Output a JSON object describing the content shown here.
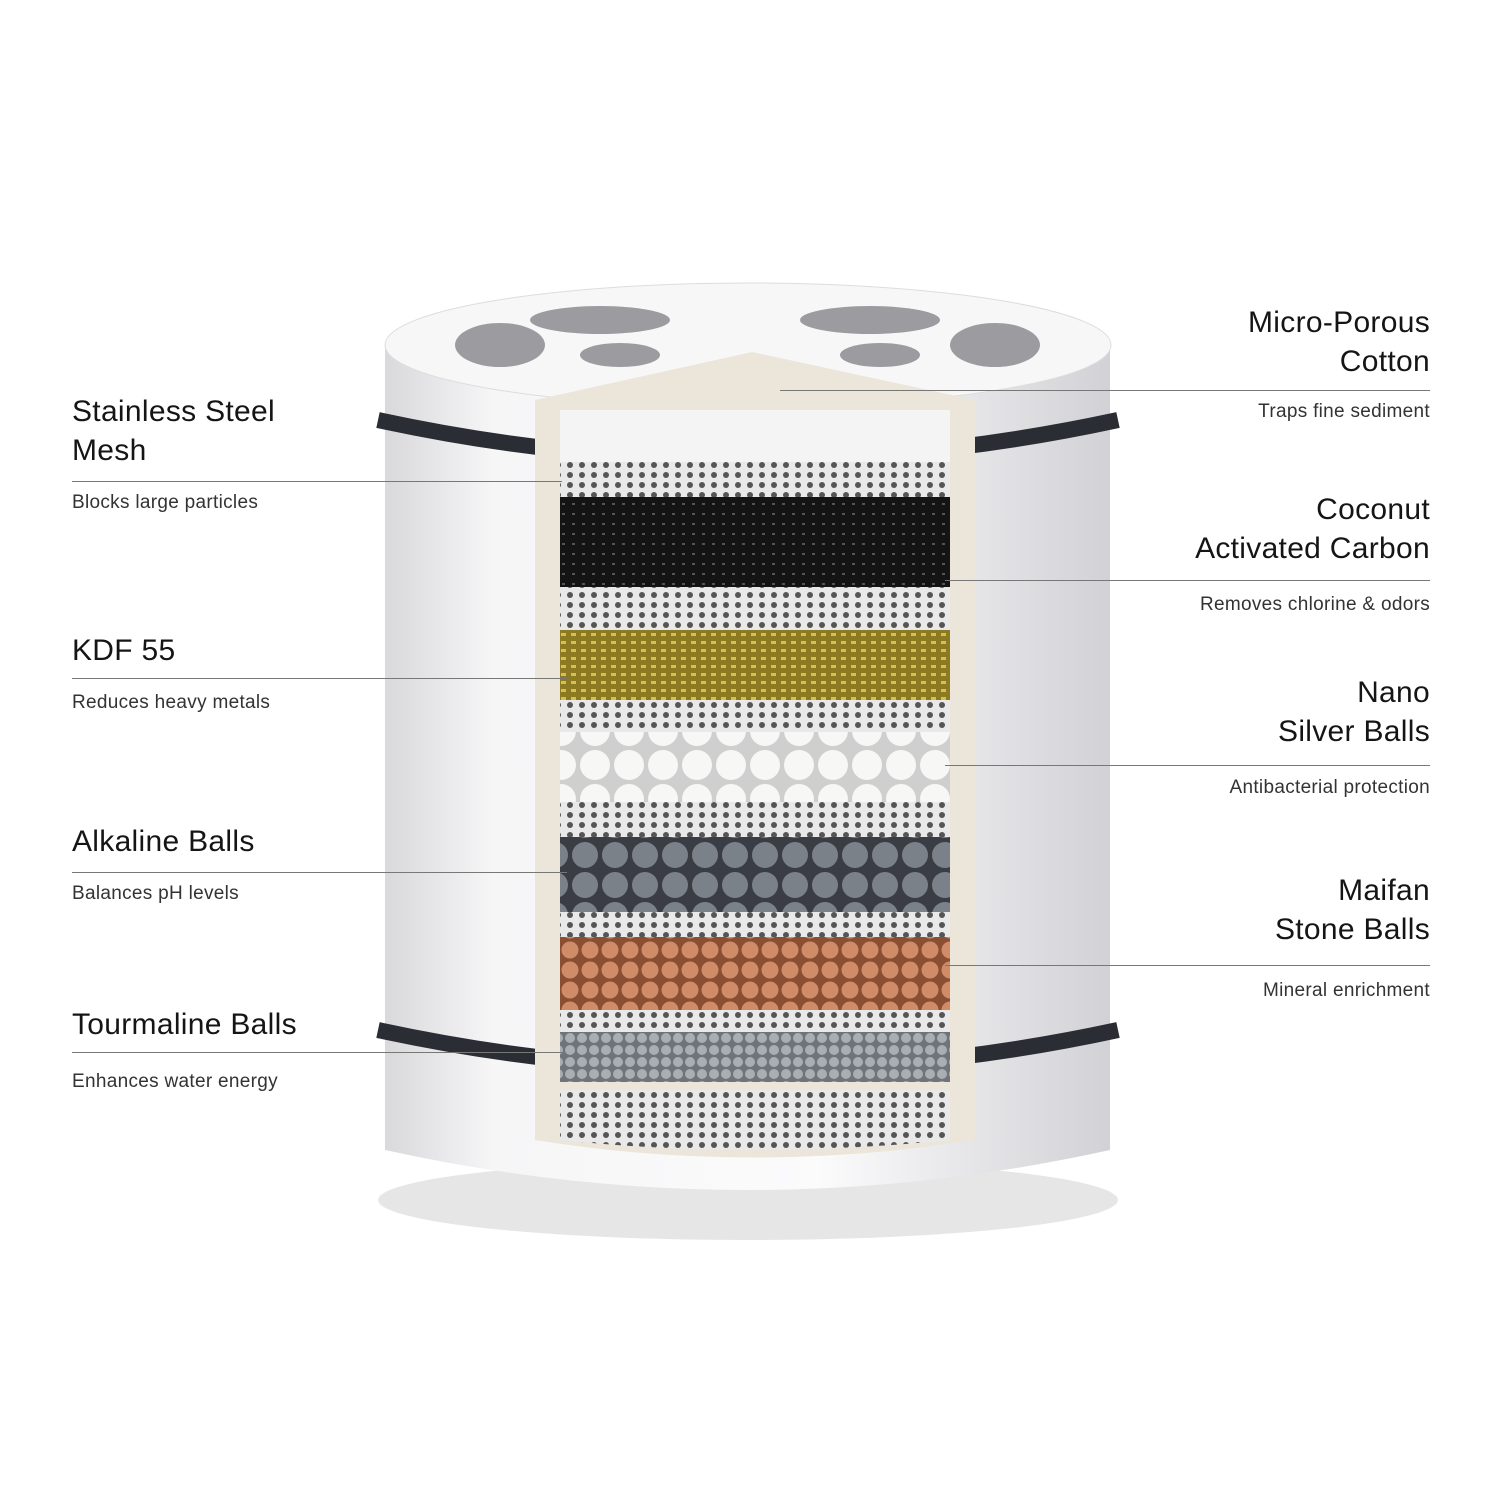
{
  "left_labels": [
    {
      "title_lines": [
        "Stainless Steel",
        "Mesh"
      ],
      "subtitle": "Blocks large particles"
    },
    {
      "title_lines": [
        "KDF 55"
      ],
      "subtitle": "Reduces heavy metals"
    },
    {
      "title_lines": [
        "Alkaline Balls"
      ],
      "subtitle": "Balances pH levels"
    },
    {
      "title_lines": [
        "Tourmaline Balls"
      ],
      "subtitle": "Enhances water energy"
    }
  ],
  "right_labels": [
    {
      "title_lines": [
        "Micro-Porous",
        "Cotton"
      ],
      "subtitle": "Traps fine sediment"
    },
    {
      "title_lines": [
        "Coconut",
        "Activated Carbon"
      ],
      "subtitle": "Removes chlorine & odors"
    },
    {
      "title_lines": [
        "Nano",
        "Silver Balls"
      ],
      "subtitle": "Antibacterial protection"
    },
    {
      "title_lines": [
        "Maifan",
        "Stone Balls"
      ],
      "subtitle": "Mineral enrichment"
    }
  ],
  "colors": {
    "cotton": "#f4f4f4",
    "carbon": "#1a1a1a",
    "kdf": "#b8a030",
    "silver_balls": "#f2f2f0",
    "alkaline_balls": "#6b7178",
    "maifan_balls": "#c9835f",
    "tourmaline_balls": "#9aa0a6",
    "housing": "#f3f3f5",
    "gasket": "#2a2d33"
  }
}
